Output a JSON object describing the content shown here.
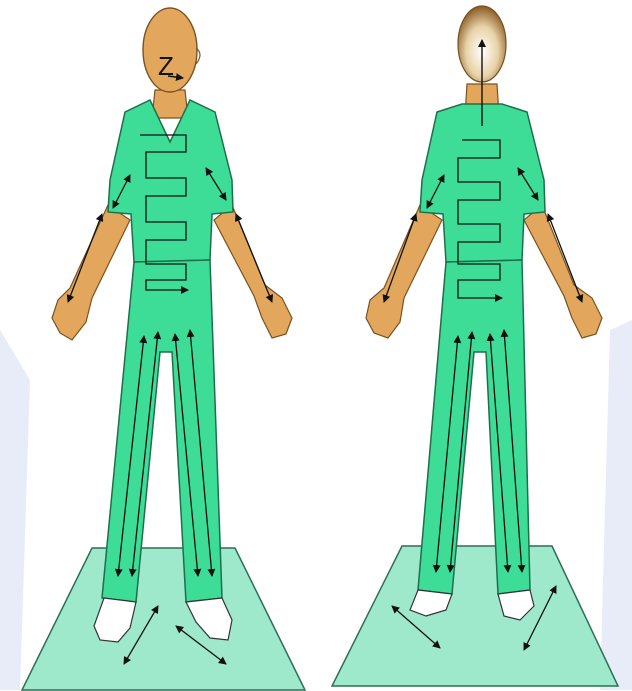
{
  "figure": {
    "views": [
      {
        "id": "front",
        "description_name": "front-view-figure"
      },
      {
        "id": "back",
        "description_name": "back-view-figure"
      }
    ],
    "colors": {
      "scrubs": "#3DDC97",
      "scrubs_outline": "#1f6f4a",
      "skin": "#E2A75C",
      "skin_outline": "#7a5220",
      "mat": "#9EE8CC",
      "mat_outline": "#2f6e55",
      "shoe": "#ffffff",
      "arrow": "#111111",
      "background_tint": "#E8ECF8"
    },
    "head_letter": "Z"
  }
}
